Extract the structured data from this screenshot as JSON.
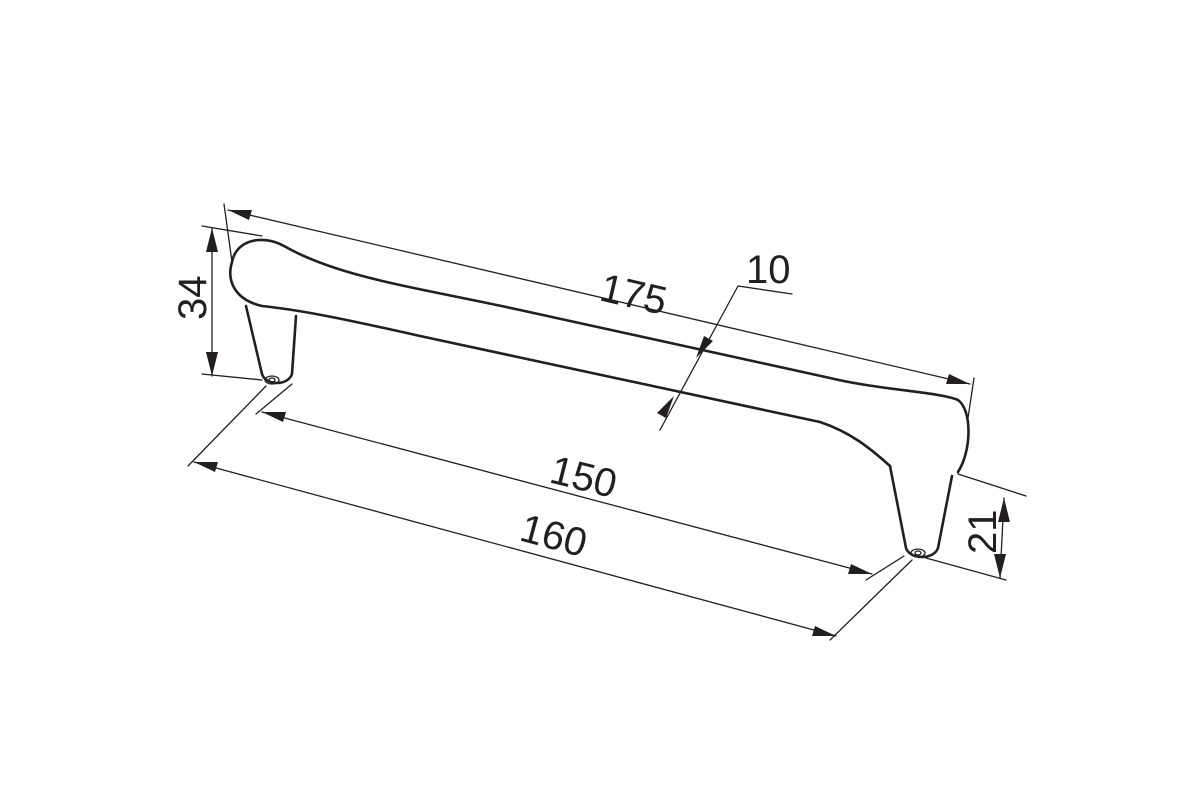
{
  "diagram": {
    "colors": {
      "line": "#231f20",
      "background": "#ffffff"
    },
    "dimensions": {
      "overall_length": "175",
      "thickness": "10",
      "height": "34",
      "inner_span": "150",
      "hole_spacing": "160",
      "leg_height": "21"
    }
  }
}
